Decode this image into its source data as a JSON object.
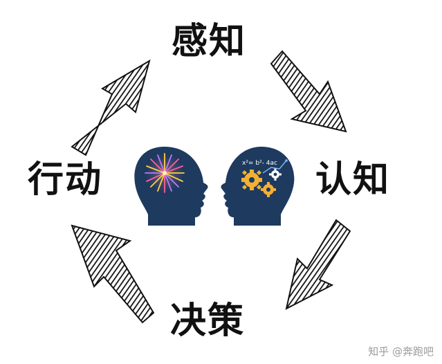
{
  "nodes": {
    "top": "感知",
    "right": "认知",
    "bottom": "决策",
    "left": "行动"
  },
  "formula": "x²= b²- 4ac",
  "watermark": "知乎 @奔跑吧",
  "colors": {
    "head": "#1e3a5f",
    "gear": "#f2b134",
    "gear_light": "#ffffff",
    "arrow": "#111111",
    "text": "#111111",
    "watermark": "#9a9a9a"
  }
}
